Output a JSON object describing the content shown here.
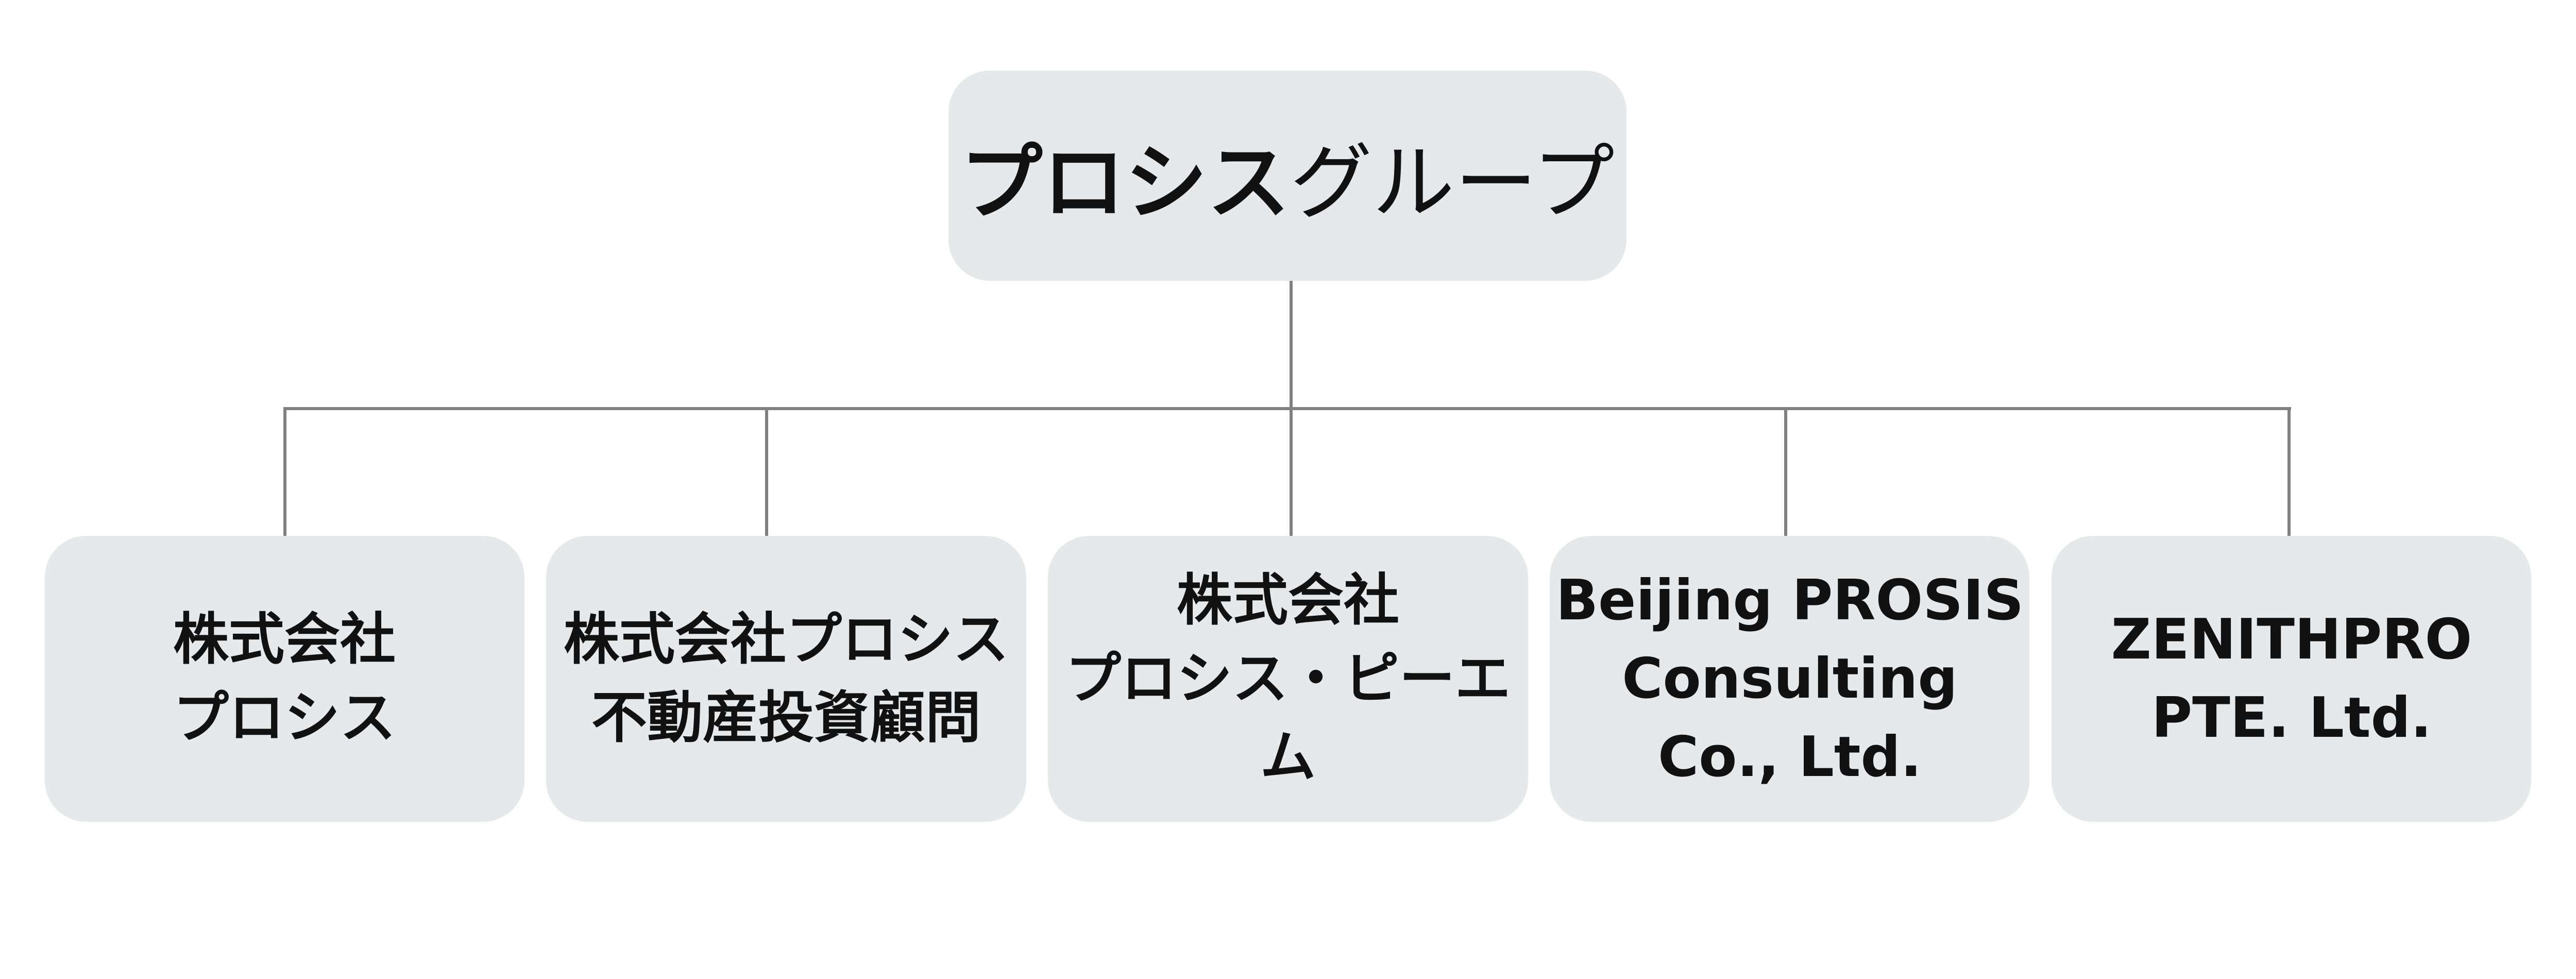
{
  "root": {
    "label_bold": "プロシス",
    "label_regular": "グループ"
  },
  "children": [
    {
      "lines": [
        "株式会社",
        "プロシス"
      ]
    },
    {
      "lines": [
        "株式会社プロシス",
        "不動産投資顧問"
      ]
    },
    {
      "lines": [
        "株式会社",
        "プロシス・ピーエム"
      ]
    },
    {
      "lines": [
        "Beijing PROSIS",
        "Consulting",
        "Co., Ltd."
      ]
    },
    {
      "lines": [
        "ZENITHPRO",
        "PTE. Ltd."
      ]
    }
  ],
  "colors": {
    "box": "#e7e8ea",
    "connector": "#808080",
    "text": "#111111"
  }
}
